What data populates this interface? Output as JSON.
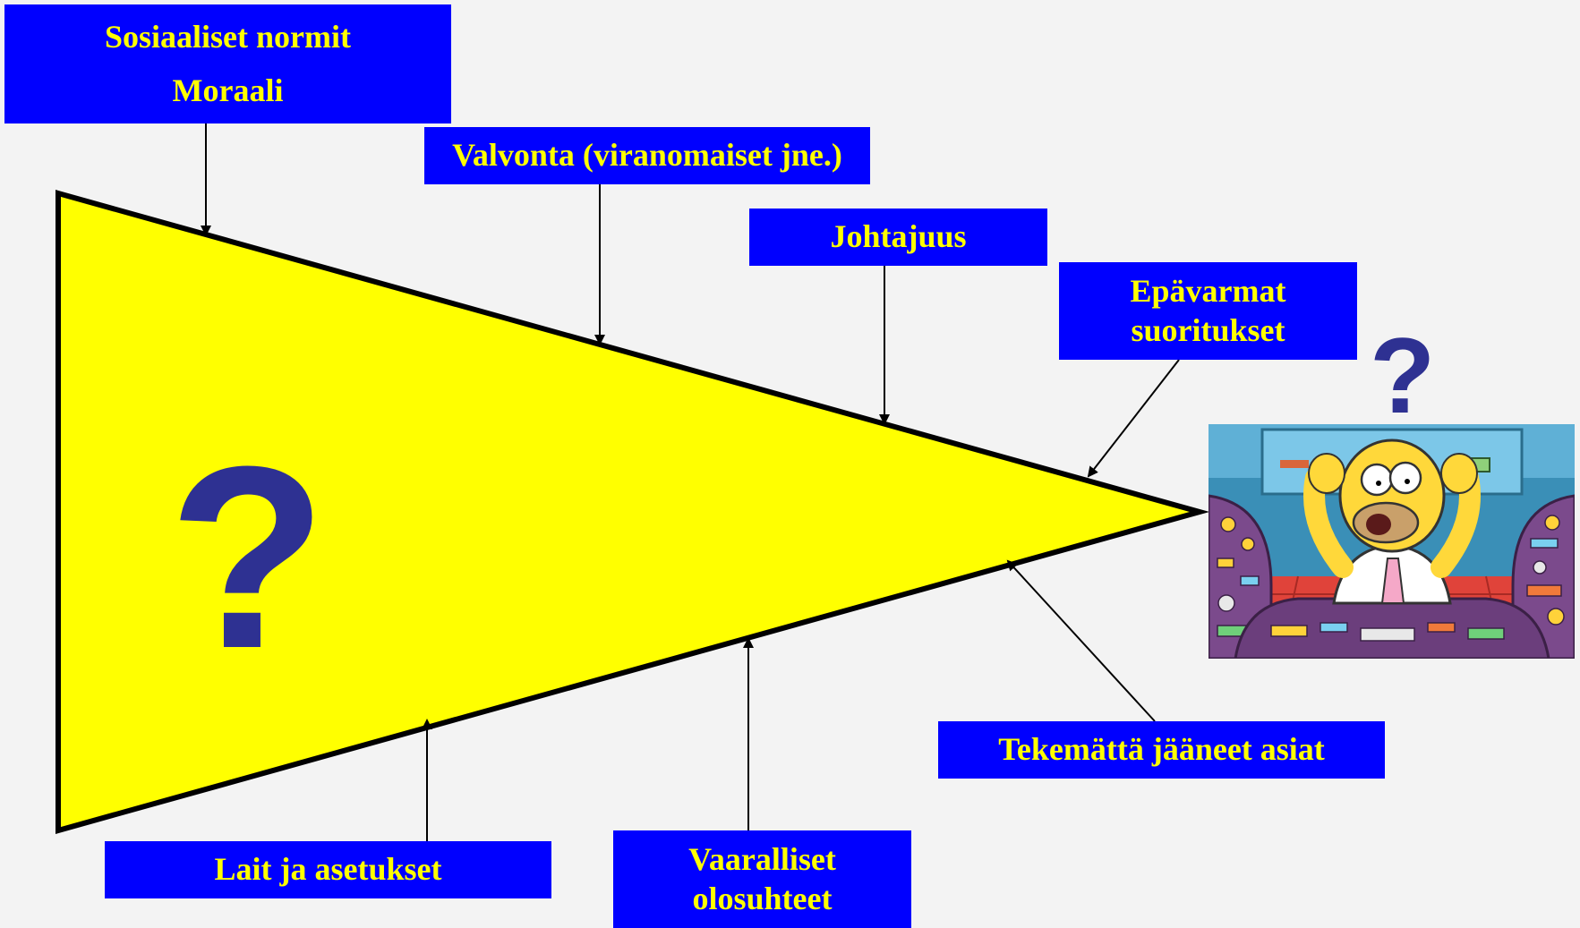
{
  "labels": {
    "social_norms": [
      "Sosiaaliset normit",
      "Moraali"
    ],
    "supervision": "Valvonta (viranomaiset jne.)",
    "leadership": "Johtajuus",
    "uncertain_performance": [
      "Epävarmat",
      "suoritukset"
    ],
    "undone_tasks": "Tekemättä jääneet asiat",
    "laws_regulations": "Lait ja asetukset",
    "hazardous_conditions": [
      "Vaaralliset",
      "olosuhteet"
    ]
  },
  "symbols": {
    "big_question": "?",
    "small_question": "?"
  },
  "colors": {
    "background": "#f3f3f3",
    "triangle_fill": "#ffff00",
    "box_fill": "#0000ff",
    "box_text": "#ffff00",
    "question_mark": "#2e3192",
    "arrow": "#000000"
  },
  "image": {
    "description_icon": "cartoon-operator-panicking-at-control-panel"
  }
}
